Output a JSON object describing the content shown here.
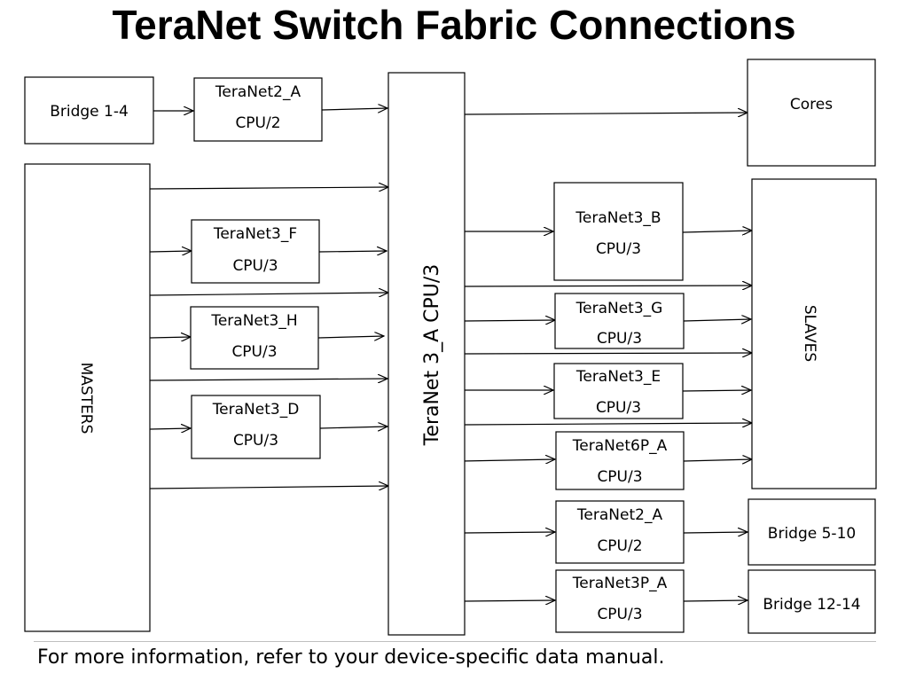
{
  "title": "TeraNet Switch Fabric Connections",
  "footer": "For more information, refer to your device-specific data manual.",
  "nodes": {
    "bridge_1_4": {
      "lines": [
        "Bridge 1-4"
      ]
    },
    "teranet2_a_top": {
      "lines": [
        "TeraNet2_A",
        "CPU/2"
      ]
    },
    "masters": {
      "lines": [
        "MASTERS"
      ]
    },
    "teranet3_f": {
      "lines": [
        "TeraNet3_F",
        "CPU/3"
      ]
    },
    "teranet3_h": {
      "lines": [
        "TeraNet3_H",
        "CPU/3"
      ]
    },
    "teranet3_d": {
      "lines": [
        "TeraNet3_D",
        "CPU/3"
      ]
    },
    "teranet3_a": {
      "lines": [
        "TeraNet 3_A CPU/3"
      ]
    },
    "cores": {
      "lines": [
        "Cores"
      ]
    },
    "teranet3_b": {
      "lines": [
        "TeraNet3_B",
        "CPU/3"
      ]
    },
    "teranet3_g": {
      "lines": [
        "TeraNet3_G",
        "CPU/3"
      ]
    },
    "teranet3_e": {
      "lines": [
        "TeraNet3_E",
        "CPU/3"
      ]
    },
    "teranet6p_a": {
      "lines": [
        "TeraNet6P_A",
        "CPU/3"
      ]
    },
    "teranet2_a_bottom": {
      "lines": [
        "TeraNet2_A",
        "CPU/2"
      ]
    },
    "teranet3p_a": {
      "lines": [
        "TeraNet3P_A",
        "CPU/3"
      ]
    },
    "slaves": {
      "lines": [
        "SLAVES"
      ]
    },
    "bridge_5_10": {
      "lines": [
        "Bridge 5-10"
      ]
    },
    "bridge_12_14": {
      "lines": [
        "Bridge 12-14"
      ]
    }
  }
}
